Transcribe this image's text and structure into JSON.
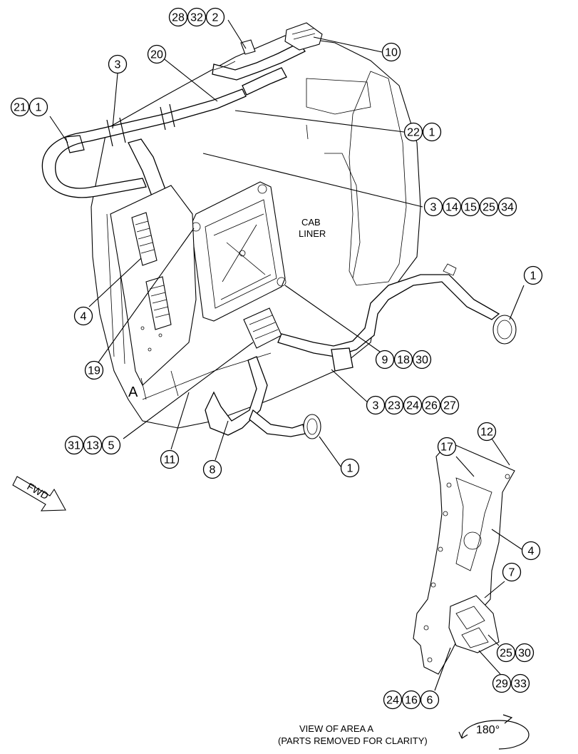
{
  "labels": {
    "cab_liner_line1": "CAB",
    "cab_liner_line2": "LINER",
    "area_marker": "A",
    "fwd": "FWD",
    "view_line1": "VIEW OF AREA A",
    "view_line2": "(PARTS REMOVED FOR CLARITY)",
    "rotation": "180°"
  },
  "callouts": [
    {
      "id": "c1",
      "numbers": [
        "28",
        "32",
        "2"
      ]
    },
    {
      "id": "c2",
      "numbers": [
        "10"
      ]
    },
    {
      "id": "c3",
      "numbers": [
        "20"
      ]
    },
    {
      "id": "c4",
      "numbers": [
        "3"
      ]
    },
    {
      "id": "c5",
      "numbers": [
        "21",
        "1"
      ]
    },
    {
      "id": "c6",
      "numbers": [
        "22",
        "1"
      ]
    },
    {
      "id": "c7",
      "numbers": [
        "3",
        "14",
        "15",
        "25",
        "34"
      ]
    },
    {
      "id": "c8",
      "numbers": [
        "1"
      ]
    },
    {
      "id": "c9",
      "numbers": [
        "4"
      ]
    },
    {
      "id": "c10",
      "numbers": [
        "9",
        "18",
        "30"
      ]
    },
    {
      "id": "c11",
      "numbers": [
        "19"
      ]
    },
    {
      "id": "c12",
      "numbers": [
        "3",
        "23",
        "24",
        "26",
        "27"
      ]
    },
    {
      "id": "c13",
      "numbers": [
        "31",
        "13",
        "5"
      ]
    },
    {
      "id": "c14",
      "numbers": [
        "11"
      ]
    },
    {
      "id": "c15",
      "numbers": [
        "8"
      ]
    },
    {
      "id": "c16",
      "numbers": [
        "1"
      ]
    },
    {
      "id": "c17",
      "numbers": [
        "17"
      ]
    },
    {
      "id": "c18",
      "numbers": [
        "12"
      ]
    },
    {
      "id": "c19",
      "numbers": [
        "4"
      ]
    },
    {
      "id": "c20",
      "numbers": [
        "7"
      ]
    },
    {
      "id": "c21",
      "numbers": [
        "25",
        "30"
      ]
    },
    {
      "id": "c22",
      "numbers": [
        "29",
        "33"
      ]
    },
    {
      "id": "c23",
      "numbers": [
        "24",
        "16",
        "6"
      ]
    }
  ]
}
